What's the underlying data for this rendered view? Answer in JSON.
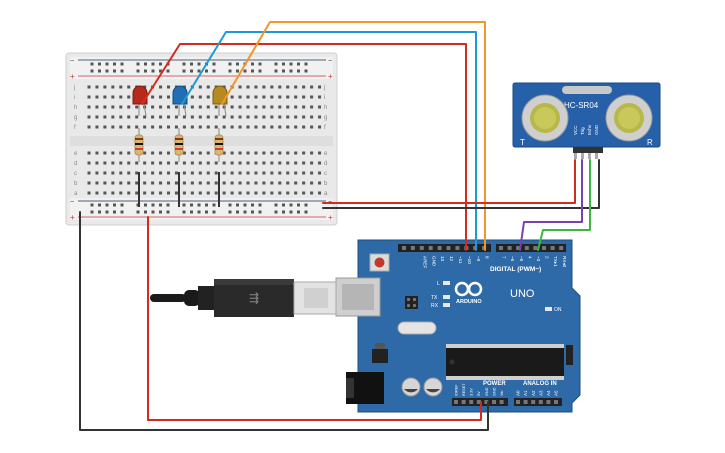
{
  "sensor": {
    "model": "HC-SR04",
    "side_left": "T",
    "side_right": "R",
    "pins": [
      "VCC",
      "Trig",
      "Echo",
      "GND"
    ]
  },
  "arduino": {
    "brand": "ARDUINO",
    "model": "UNO",
    "digital_label": "DIGITAL (PWM~)",
    "power_label": "POWER",
    "analog_label": "ANALOG IN",
    "on_label": "ON",
    "led_l": "L",
    "led_tx": "TX",
    "led_rx": "RX",
    "top_pins": [
      "AREF",
      "GND",
      "13",
      "12",
      "~11",
      "~10",
      "~9",
      "8",
      "7",
      "~6",
      "~5",
      "4",
      "~3",
      "2",
      "TX▸1",
      "RX◂0"
    ],
    "power_pins": [
      "IOREF",
      "RESET",
      "3.3V",
      "5V",
      "GND",
      "GND",
      "Vin"
    ],
    "analog_pins": [
      "A0",
      "A1",
      "A2",
      "A3",
      "A4",
      "A5"
    ]
  },
  "breadboard": {
    "row_letters_top": [
      "j",
      "i",
      "h",
      "g",
      "f"
    ],
    "row_letters_bottom": [
      "e",
      "d",
      "c",
      "b",
      "a"
    ],
    "rail_plus": "+",
    "rail_minus": "−",
    "column_count": 30
  },
  "leds": [
    {
      "color_name": "red",
      "color": "#b52a1c"
    },
    {
      "color_name": "blue",
      "color": "#1f6fb5"
    },
    {
      "color_name": "yellow",
      "color": "#b68a1e"
    }
  ],
  "colors": {
    "wire_red": "#d42b1e",
    "wire_blue": "#1c9ad6",
    "wire_orange": "#f0962a",
    "wire_black": "#333333",
    "wire_purple": "#7b3fb0",
    "wire_green": "#3fb53f",
    "board_blue": "#2e6aa7",
    "sensor_blue": "#2660a8"
  }
}
